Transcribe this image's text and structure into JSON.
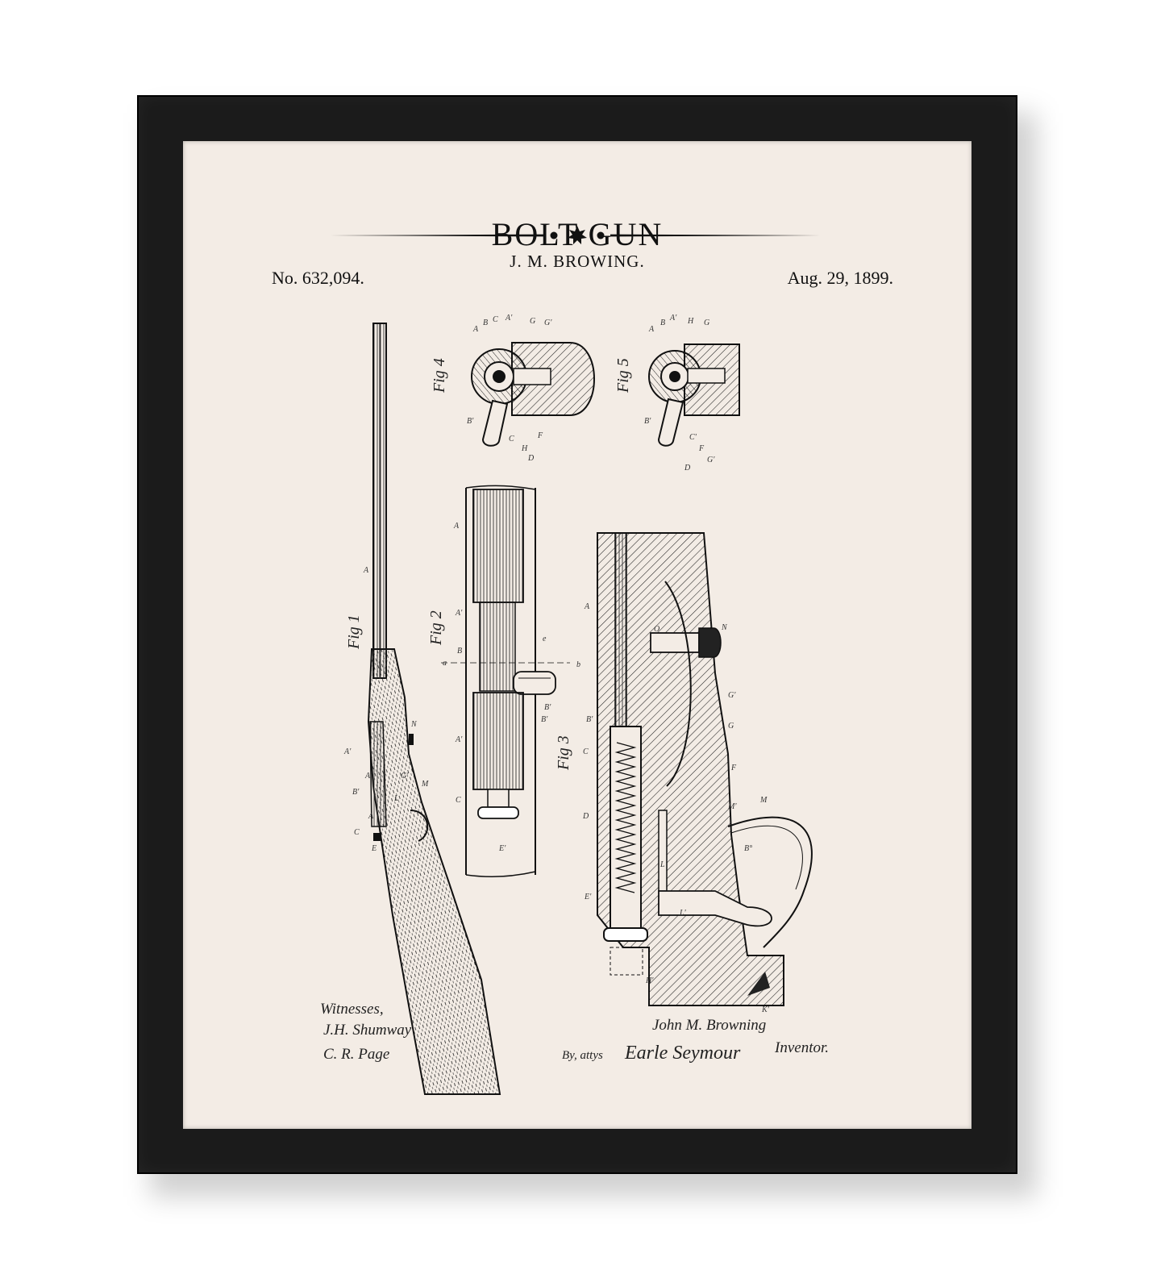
{
  "poster": {
    "title": "BOLT GUN",
    "inventor": "J. M. BROWING.",
    "patent_number": "No. 632,094.",
    "patent_date": "Aug. 29, 1899."
  },
  "figures": {
    "fig1": "Fig 1",
    "fig2": "Fig 2",
    "fig3": "Fig 3",
    "fig4": "Fig 4",
    "fig5": "Fig 5"
  },
  "signatures": {
    "witnesses_label": "Witnesses,",
    "witness_1": "J.H. Shumway",
    "witness_2": "C. R. Page",
    "inventor_signature": "John M. Browning",
    "inventor_label": "Inventor.",
    "attorney_prefix": "By, attys",
    "attorney_signature": "Earle Seymour"
  },
  "colors": {
    "frame": "#1b1b1b",
    "mat": "#f3ece5",
    "ink": "#111111"
  }
}
